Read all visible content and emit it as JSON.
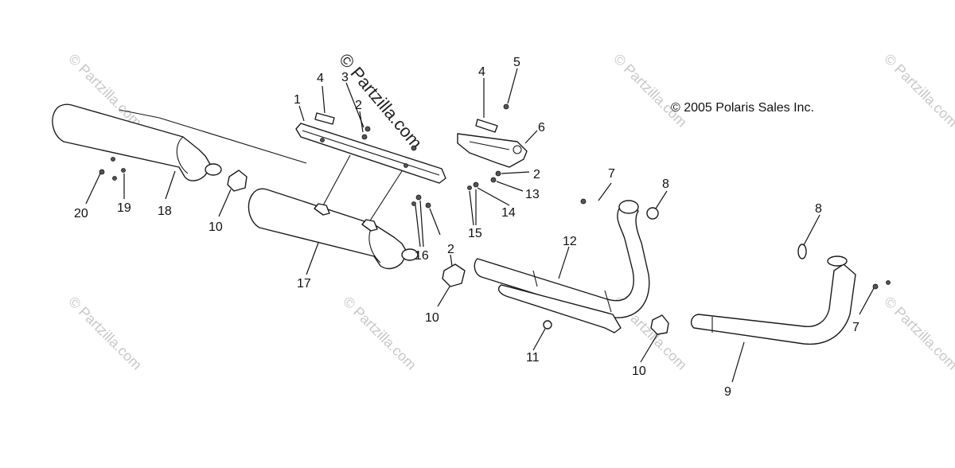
{
  "copyright": "© 2005 Polaris Sales Inc.",
  "watermark": "© Partzilla.com",
  "callouts": [
    "1",
    "2",
    "3",
    "4",
    "5",
    "6",
    "2",
    "13",
    "14",
    "15",
    "16",
    "2",
    "4",
    "7",
    "8",
    "8",
    "12",
    "10",
    "11",
    "10",
    "9",
    "7",
    "17",
    "18",
    "19",
    "20",
    "10"
  ]
}
